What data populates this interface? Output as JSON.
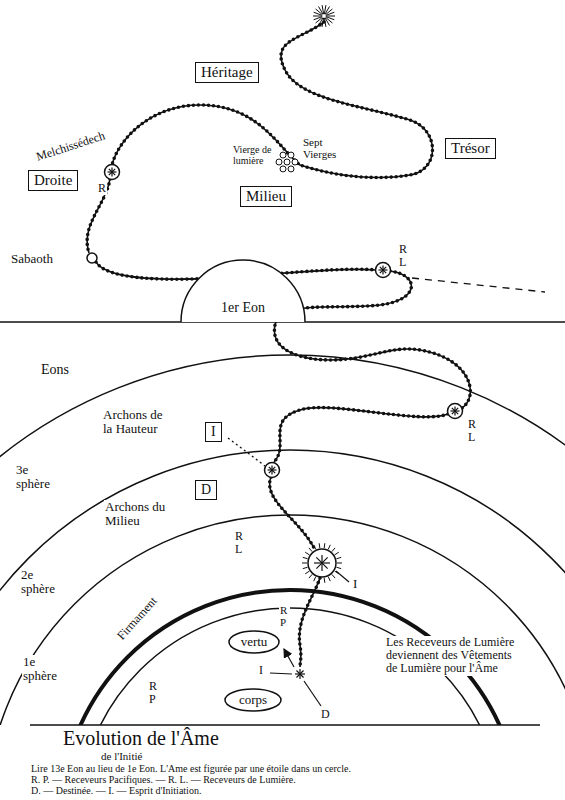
{
  "diagram": {
    "title": "Evolution de l'Âme",
    "caption": "Lire 13e Eon au lieu de 1e Eon. L'Ame est figurée par une étoile dans un cercle.",
    "nodes": [
      {
        "text": [
          "Héritage"
        ]
      },
      {
        "text": [
          "Droite"
        ]
      },
      {
        "text": [
          "Trésor"
        ]
      },
      {
        "text": [
          "Milieu"
        ]
      },
      {
        "text": [
          "1er Eon"
        ]
      },
      {
        "text": [
          "I"
        ]
      },
      {
        "text": [
          "D"
        ]
      },
      {
        "text": [
          "vertu"
        ]
      },
      {
        "text": [
          "corps"
        ]
      }
    ],
    "labels": [
      "Melchissédech",
      "R",
      "Vierge de lumière",
      "Sept Vierges",
      "Sabaoth",
      "R L",
      "Eons",
      "3e sphère",
      "Archons de la Hauteur",
      "R L",
      "2e sphère",
      "Archons du Milieu",
      "R L",
      "I",
      "Firmament",
      "R P",
      "Les Receveurs de Lumière deviennent des Vêtements de Lumière pour l'Âme",
      "1e sphère",
      "R P",
      "I",
      "D",
      "de l'Initié",
      "R. P. — Receveurs Pacifiques. — R. L. — Receveurs de Lumière.",
      "D. — Destinée. — I. — Esprit d'Initiation."
    ]
  }
}
